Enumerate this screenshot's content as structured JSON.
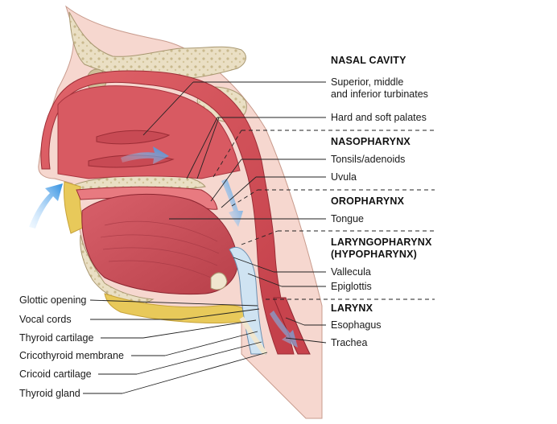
{
  "regions": {
    "nasal_cavity": "NASAL CAVITY",
    "nasopharynx": "NASOPHARYNX",
    "oropharynx": "OROPHARYNX",
    "laryngopharynx": "LARYNGOPHARYNX",
    "hypopharynx": "(HYPOPHARYNX)",
    "larynx": "LARYNX"
  },
  "right_labels": {
    "turbinates_1": "Superior, middle",
    "turbinates_2": "and inferior turbinates",
    "palates": "Hard and soft palates",
    "tonsils": "Tonsils/adenoids",
    "uvula": "Uvula",
    "tongue": "Tongue",
    "vallecula": "Vallecula",
    "epiglottis": "Epiglottis",
    "esophagus": "Esophagus",
    "trachea": "Trachea"
  },
  "left_labels": {
    "glottic_opening": "Glottic opening",
    "vocal_cords": "Vocal cords",
    "thyroid_cartilage": "Thyroid cartilage",
    "cricothyroid_membrane": "Cricothyroid membrane",
    "cricoid_cartilage": "Cricoid cartilage",
    "thyroid_gland": "Thyroid gland"
  },
  "colors": {
    "tissue": "#d9545a",
    "tissue_dark": "#b8333d",
    "bone": "#e8dcc0",
    "fat": "#e8c95a",
    "airflow_arrow": "#4a9fe0",
    "leader_line": "#222222"
  }
}
